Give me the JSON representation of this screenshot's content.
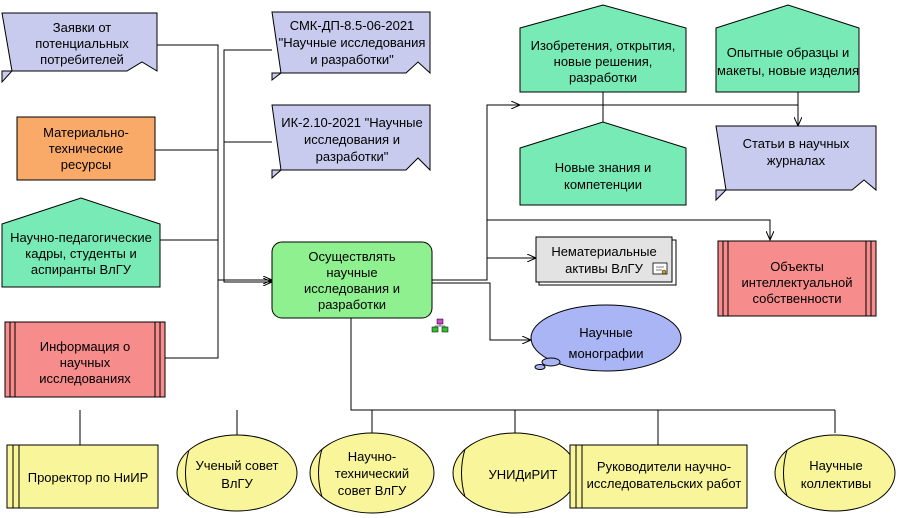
{
  "nodes": {
    "requests": [
      "Заявки от",
      "потенциальных",
      "потребителей"
    ],
    "smk": [
      "СМК-ДП-8.5-06-2021",
      "\"Научные исследования",
      "и разработки\""
    ],
    "material": [
      "Материально-",
      "технические",
      "ресурсы"
    ],
    "ik": [
      "ИК-2.10-2021 \"Научные",
      "исследования и",
      "разработки\""
    ],
    "staff": [
      "Научно-педагогические",
      "кадры, студенты и",
      "аспиранты ВлГУ"
    ],
    "info": [
      "Информация о",
      "научных",
      "исследованиях"
    ],
    "process": [
      "Осуществлять",
      "научные",
      "исследования и",
      "разработки"
    ],
    "inventions": [
      "Изобретения, открытия,",
      "новые решения,",
      "разработки"
    ],
    "prototypes": [
      "Опытные образцы и",
      "макеты, новые изделия"
    ],
    "knowledge": [
      "Новые знания и",
      "компетенции"
    ],
    "articles": [
      "Статьи в научных",
      "журналах"
    ],
    "intangible": [
      "Нематериальные",
      "активы ВлГУ"
    ],
    "ip": [
      "Объекты",
      "интеллектуальной",
      "собственности"
    ],
    "monographs": [
      "Научные",
      "монографии"
    ],
    "prorector": [
      "Проректор по НиИР"
    ],
    "council": [
      "Ученый совет",
      "ВлГУ"
    ],
    "ntc": [
      "Научно-",
      "технический",
      "совет ВлГУ"
    ],
    "unidirit": [
      "УНИДиРИТ"
    ],
    "leaders": [
      "Руководители научно-",
      "исследовательских работ"
    ],
    "teams": [
      "Научные",
      "коллективы"
    ]
  },
  "colors": {
    "lavender": "#c8cbee",
    "orange": "#f9a968",
    "green": "#78eab5",
    "pink": "#f78c8c",
    "process_green": "#8ff08f",
    "gray": "#e3e3e3",
    "blue_cloud": "#a9b5f5",
    "yellow": "#f8f59a",
    "line": "#000000"
  }
}
